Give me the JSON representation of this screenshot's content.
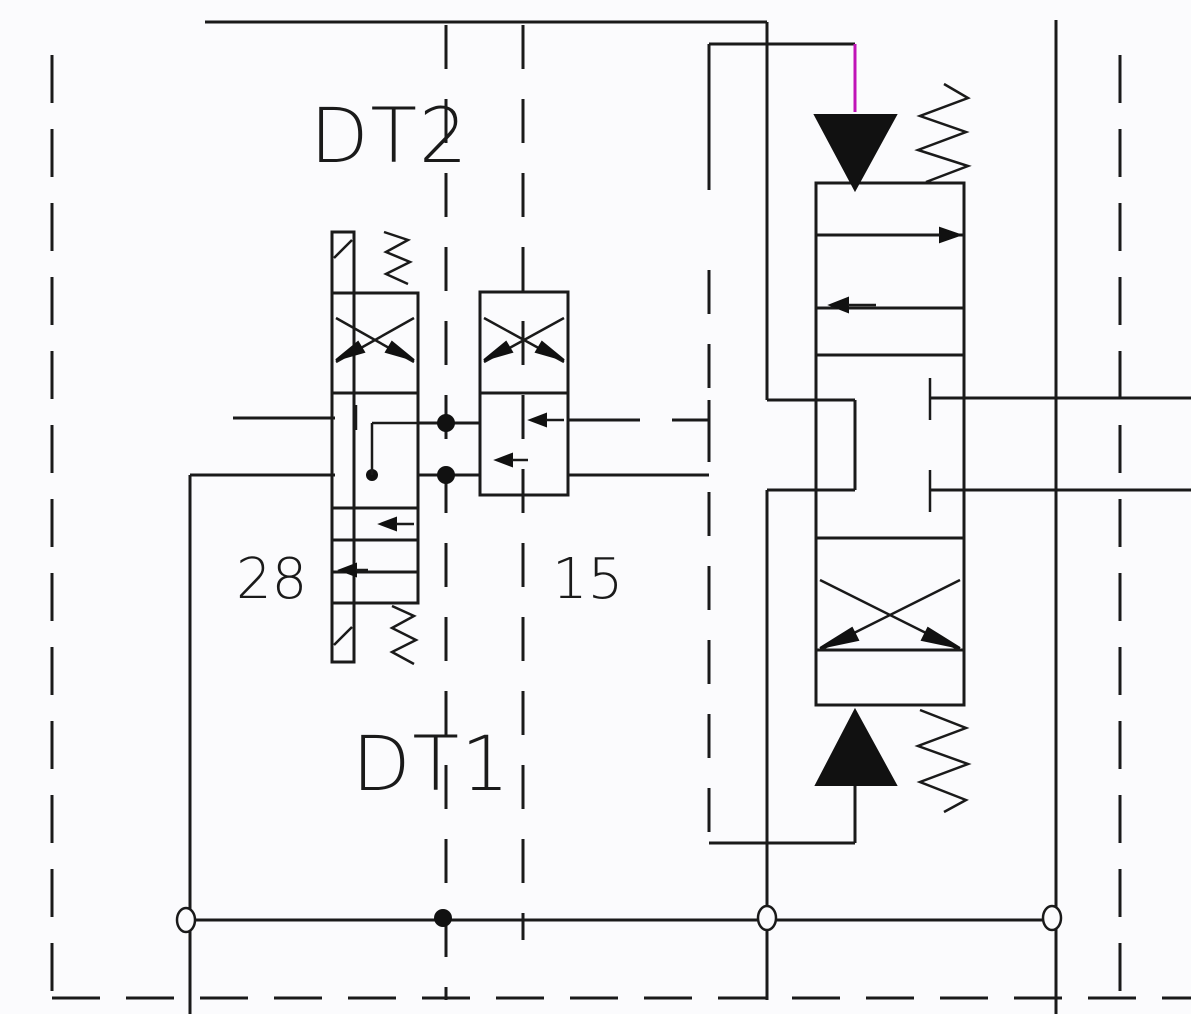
{
  "labels": {
    "top_solenoid": "DT2",
    "bottom_solenoid": "DT1",
    "left_valve": "28",
    "middle_valve": "15"
  },
  "colors": {
    "line": "#1a1a1a",
    "signal_line": "#c014b8",
    "background": "#fbfbfd"
  }
}
